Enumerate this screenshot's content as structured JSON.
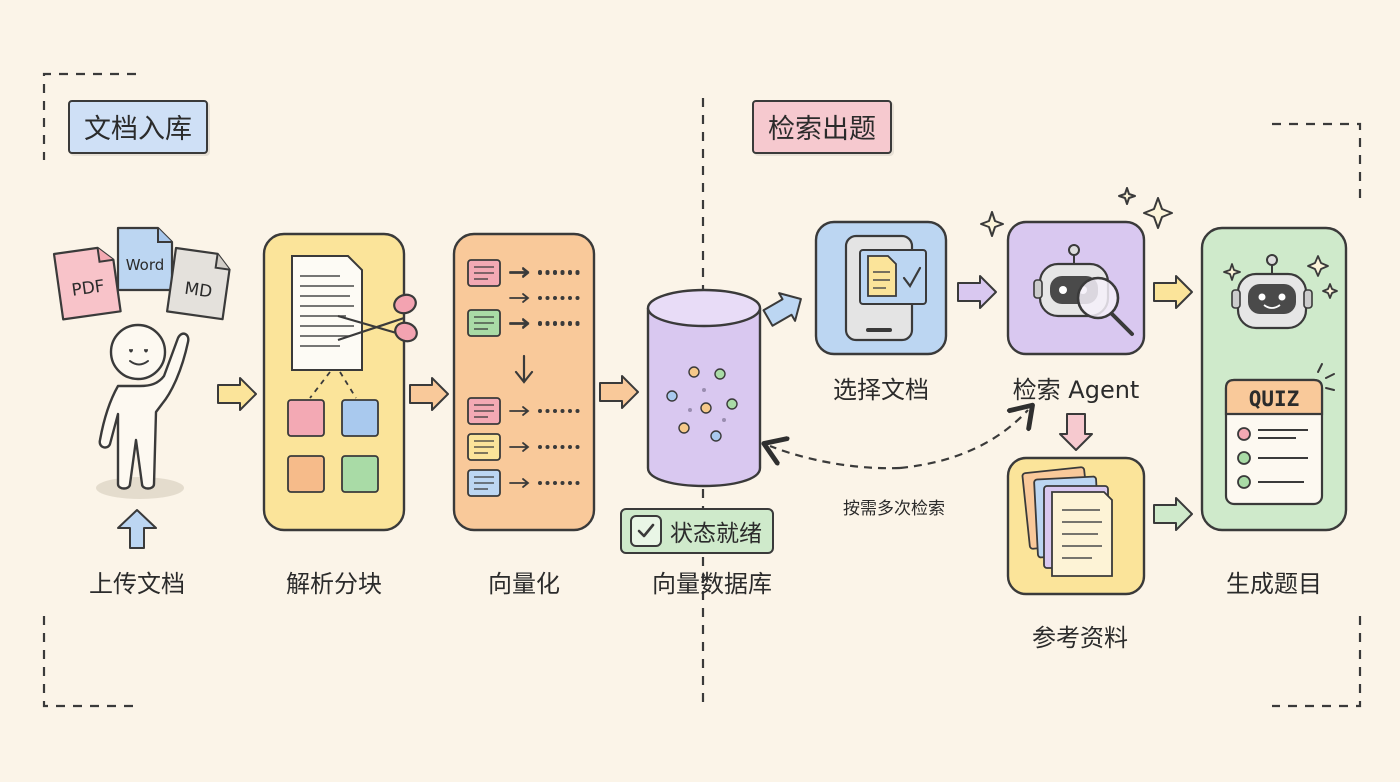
{
  "sections": {
    "ingest_title": "文档入库",
    "retrieve_title": "检索出题"
  },
  "file_badges": {
    "pdf": "PDF",
    "word": "Word",
    "md": "MD"
  },
  "steps": {
    "upload": "上传文档",
    "parse": "解析分块",
    "vectorize": "向量化",
    "vector_db": "向量数据库",
    "select_doc": "选择文档",
    "agent": "检索 Agent",
    "references": "参考资料",
    "generate": "生成题目"
  },
  "status_badge": "状态就绪",
  "loop_label": "按需多次检索",
  "quiz_card_title": "QUIZ",
  "colors": {
    "background": "#fbf4e8",
    "yellow": "#fbe49a",
    "orange": "#f9c99a",
    "purple": "#d9c8f0",
    "blue": "#cfe0f6",
    "green": "#cfeacb",
    "pink": "#f6c9cf"
  }
}
